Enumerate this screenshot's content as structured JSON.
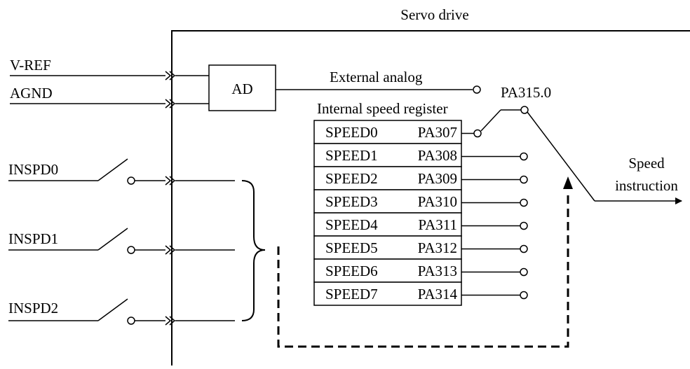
{
  "title": "Servo drive",
  "inputs": {
    "vref": "V-REF",
    "agnd": "AGND",
    "inspd0": "INSPD0",
    "inspd1": "INSPD1",
    "inspd2": "INSPD2"
  },
  "ad_block": "AD",
  "external_analog": "External analog",
  "switch_param": "PA315.0",
  "register_title": "Internal speed register",
  "registers": [
    {
      "name": "SPEED0",
      "param": "PA307"
    },
    {
      "name": "SPEED1",
      "param": "PA308"
    },
    {
      "name": "SPEED2",
      "param": "PA309"
    },
    {
      "name": "SPEED3",
      "param": "PA310"
    },
    {
      "name": "SPEED4",
      "param": "PA311"
    },
    {
      "name": "SPEED5",
      "param": "PA312"
    },
    {
      "name": "SPEED6",
      "param": "PA313"
    },
    {
      "name": "SPEED7",
      "param": "PA314"
    }
  ],
  "output": {
    "line1": "Speed",
    "line2": "instruction"
  },
  "colors": {
    "line": "#000000",
    "background": "#ffffff"
  }
}
